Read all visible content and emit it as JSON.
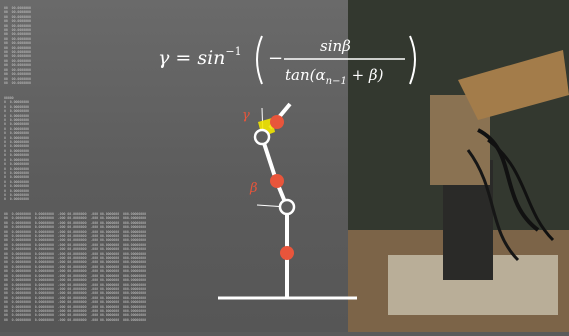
{
  "formula": {
    "lhs": "γ = sin",
    "exp": "−1",
    "numerator": "sinβ",
    "denominator": "tan(α",
    "denom_sub": "n−1",
    "denom_tail": " + β)"
  },
  "labels": {
    "gamma": "γ",
    "beta": "β"
  },
  "colors": {
    "joint": "#e8553b",
    "highlight": "#f2e600",
    "line": "#ffffff"
  },
  "log_top": [
    "00  00.0000000",
    "00  00.0000000",
    "00  00.0000000",
    "00  00.0000000",
    "00  00.0000000",
    "00  00.0000000",
    "00  00.0000000",
    "00  00.0000000",
    "00  00.0000000",
    "00  00.0000000",
    "00  00.0000000",
    "00  00.0000000",
    "00  00.0000000",
    "00  00.0000000",
    "00  00.0000000",
    "00  00.0000000",
    "00  00.0000000",
    "00  00.0000000"
  ],
  "log_mid": [
    "00000",
    "0  0.00000000",
    "0  0.00000000",
    "0  0.00000000",
    "0  0.00000000",
    "0  0.00000000",
    "0  0.00000000",
    "0  0.00000000",
    "0  0.00000000",
    "0  0.00000000",
    "0  0.00000000",
    "0  0.00000000",
    "0  0.00000000",
    "0  0.00000000",
    "0  0.00000000",
    "0  0.00000000",
    "0  0.00000000",
    "0  0.00000000",
    "0  0.00000000",
    "0  0.00000000",
    "0  0.00000000",
    "0  0.00000000",
    "0  0.00000000",
    "0  0.00000000"
  ],
  "log_bottom": [
    "00  0.00000000  0.00000000  -000 00.0000000  -000 00.0000000  000.00000000",
    "00  0.00000000  0.00000000  -000 00.0000000  -000 00.0000000  000.00000000",
    "00  0.00000000  0.00000000  -000 00.0000000  -000 00.0000000  000.00000000",
    "00  0.00000000  0.00000000  -000 00.0000000  -000 00.0000000  000.00000000",
    "00  0.00000000  0.00000000  -000 00.0000000  -000 00.0000000  000.00000000",
    "00  0.00000000  0.00000000  -000 00.0000000  -000 00.0000000  000.00000000",
    "00  0.00000000  0.00000000  -000 00.0000000  -000 00.0000000  000.00000000",
    "00  0.00000000  0.00000000  -000 00.0000000  -000 00.0000000  000.00000000",
    "00  0.00000000  0.00000000  -000 00.0000000  -000 00.0000000  000.00000000",
    "00  0.00000000  0.00000000  -000 00.0000000  -000 00.0000000  000.00000000",
    "00  0.00000000  0.00000000  -000 00.0000000  -000 00.0000000  000.00000000",
    "00  0.00000000  0.00000000  -000 00.0000000  -000 00.0000000  000.00000000",
    "00  0.00000000  0.00000000  -000 00.0000000  -000 00.0000000  000.00000000",
    "00  0.00000000  0.00000000  -000 00.0000000  -000 00.0000000  000.00000000",
    "00  0.00000000  0.00000000  -000 00.0000000  -000 00.0000000  000.00000000",
    "00  0.00000000  0.00000000  -000 00.0000000  -000 00.0000000  000.00000000",
    "00  0.00000000  0.00000000  -000 00.0000000  -000 00.0000000  000.00000000",
    "00  0.00000000  0.00000000  -000 00.0000000  -000 00.0000000  000.00000000",
    "00  0.00000000  0.00000000  -000 00.0000000  -000 00.0000000  000.00000000",
    "00  0.00000000  0.00000000  -000 00.0000000  -000 00.0000000  000.00000000",
    "00  0.00000000  0.00000000  -000 00.0000000  -000 00.0000000  000.00000000",
    "00  0.00000000  0.00000000  -000 00.0000000  -000 00.0000000  000.00000000",
    "00  0.00000000  0.00000000  -000 00.0000000  -000 00.0000000  000.00000000",
    "00  0.00000000  0.00000000  -000 00.0000000  -000 00.0000000  000.00000000",
    "00  0.00000000  0.00000000  -000 00.0000000  -000 00.0000000  000.00000000"
  ]
}
